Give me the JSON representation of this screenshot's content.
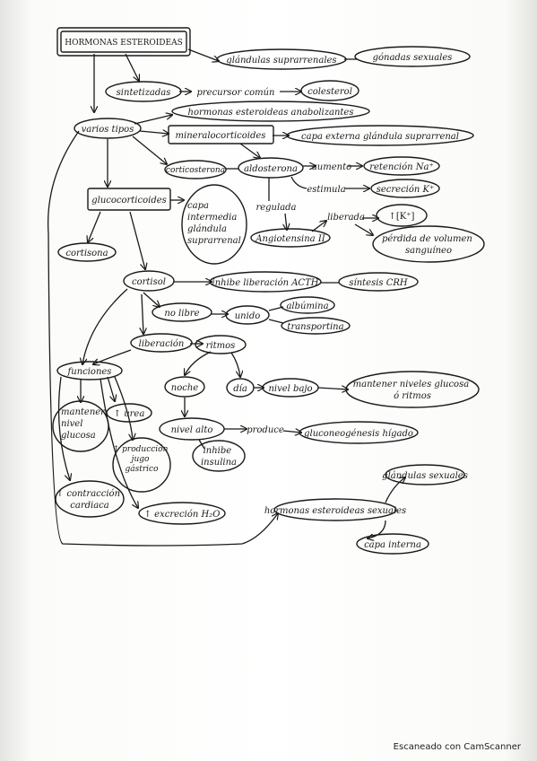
{
  "nodes": {
    "title": "HORMONAS ESTEROIDEAS",
    "glandulas_suprarrenales": "glándulas suprarrenales",
    "gonadas_sexuales": "gónadas sexuales",
    "sintetizadas": "sintetizadas",
    "precursor_comun": "precursor común",
    "colesterol": "colesterol",
    "varios_tipos": "varios tipos",
    "anabolizantes": "hormonas esteroideas anabolizantes",
    "mineralocorticoides": "mineralocorticoides",
    "capa_externa": "capa externa glándula suprarrenal",
    "corticosterona": "corticosterona",
    "aldosterona": "aldosterona",
    "aumento": "aumento",
    "retencion_na": "retención Na⁺",
    "estimula": "estimula",
    "secrecion_k": "secreción K⁺",
    "glucocorticoides": "glucocorticoides",
    "capa_intermedia": [
      "capa",
      "intermedia",
      "glándula",
      "suprarrenal"
    ],
    "regulada": "regulada",
    "angiotensina": "Angiotensina II",
    "liberada": "liberada",
    "potasio": "↑[K⁺]",
    "perdida_volumen": [
      "pérdida de volumen",
      "sanguíneo"
    ],
    "cortisona": "cortisona",
    "cortisol": "cortisol",
    "inhibe_acth": "inhibe liberación ACTH",
    "sintesis_crh": "síntesis CRH",
    "no_libre": "no libre",
    "unido": "unido",
    "albumina": "albúmina",
    "transportina": "transportina",
    "liberacion": "liberación",
    "ritmos": "ritmos",
    "funciones": "funciones",
    "noche": "noche",
    "dia": "día",
    "nivel_bajo": "nivel bajo",
    "mantener_niveles": [
      "mantener niveles glucosa",
      "ó ritmos"
    ],
    "mantener_glucosa": [
      "mantener",
      "nivel",
      "glucosa"
    ],
    "urea": "↑ urea",
    "nivel_alto": "nivel alto",
    "produce": "produce",
    "gluconeogenesis": "gluconeogénesis hígado",
    "inhibe_insulina": [
      "inhibe",
      "insulina"
    ],
    "jugo_gastrico": [
      "↑ producción",
      "jugo",
      "gástrico",
      ""
    ],
    "contraccion_cardiaca": [
      "↑ contracción",
      "cardiaca"
    ],
    "excrecion_h2o": "↑ excreción H₂O",
    "hormonas_sexuales": "hormonas esteroideas sexuales",
    "glandulas_sexuales": "glándulas sexuales",
    "capa_interna": "capa interna"
  },
  "watermark": "Escaneado con CamScanner"
}
